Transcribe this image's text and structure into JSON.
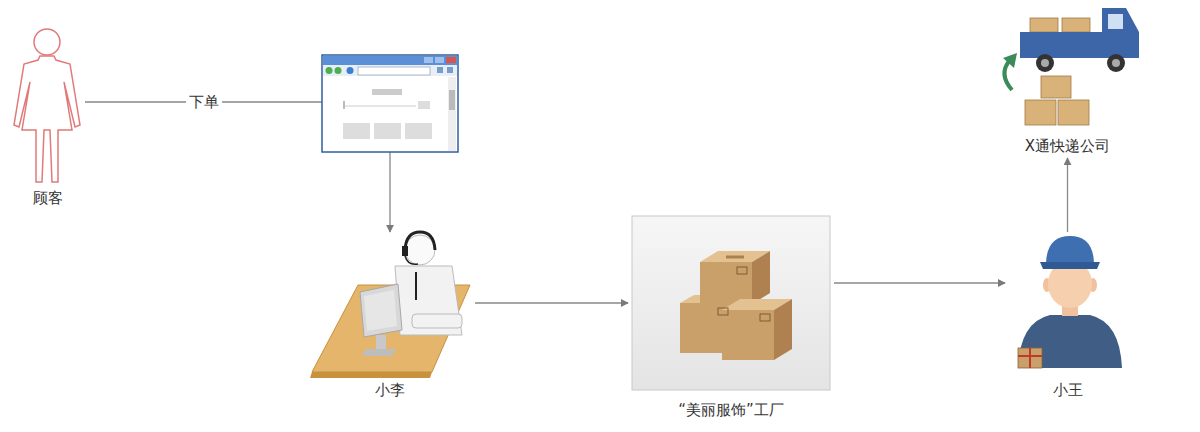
{
  "diagram": {
    "nodes": [
      {
        "text": [
          "顾客"
        ]
      },
      {
        "text": [
          "小李"
        ]
      },
      {
        "text": [
          "“美丽服饰”工厂"
        ]
      },
      {
        "text": [
          "小王"
        ]
      },
      {
        "text": [
          "X通快递公司"
        ]
      }
    ],
    "edges": [
      {
        "from": 0,
        "to": 1,
        "label": "下单",
        "arrow": "to"
      },
      {
        "from": 1,
        "to": 2,
        "arrow": "to"
      },
      {
        "from": 2,
        "to": 3,
        "arrow": "to"
      },
      {
        "from": 3,
        "to": 4,
        "arrow": "to"
      }
    ]
  }
}
